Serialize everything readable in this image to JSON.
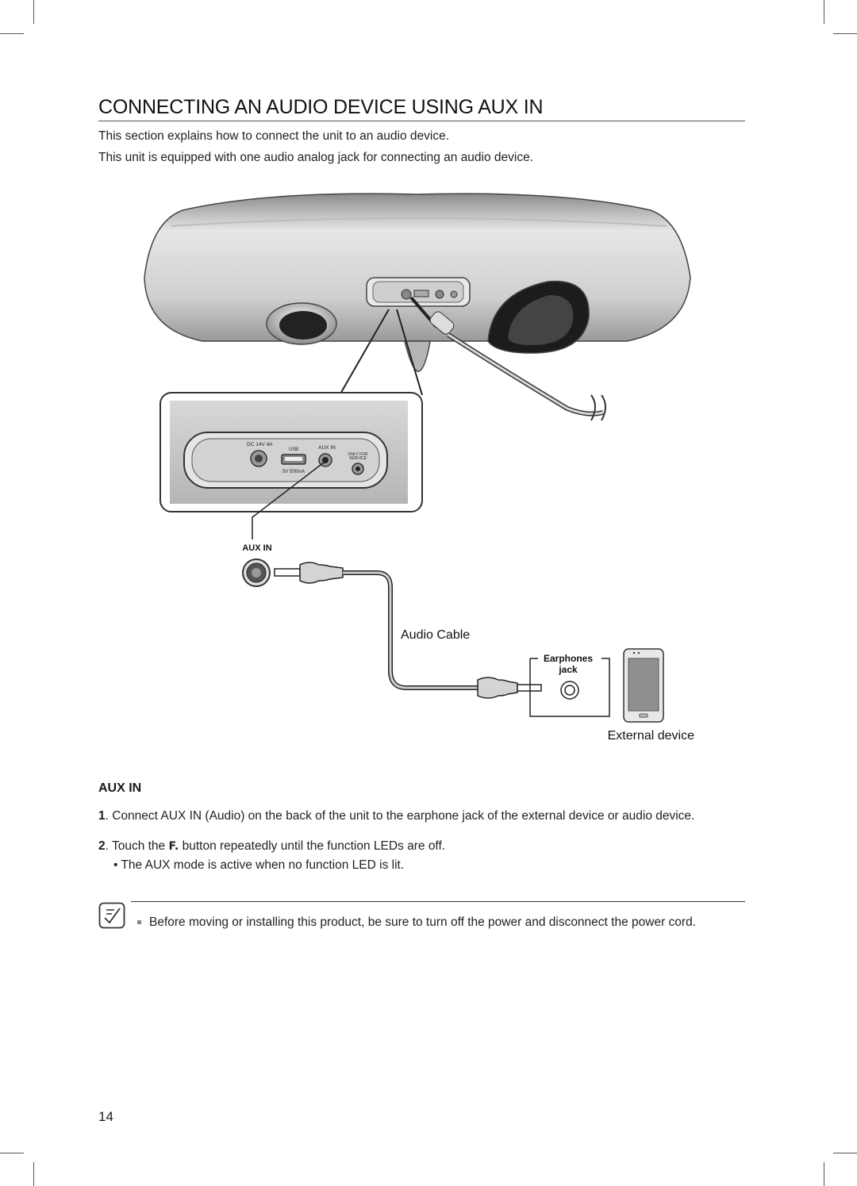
{
  "title": "CONNECTING AN AUDIO DEVICE USING AUX IN",
  "intro": [
    "This section explains how to connect the unit to an audio device.",
    "This unit is equipped with one audio analog jack for connecting an audio device."
  ],
  "diagram": {
    "panel_dc": "DC 14V 4A",
    "panel_usb": "USB",
    "panel_aux": "AUX IN",
    "panel_service": [
      "ONLY FOR",
      "SERVICE"
    ],
    "panel_power": "5V 500mA",
    "aux_in_label": "AUX IN",
    "audio_cable_label": "Audio Cable",
    "earphones_label": [
      "Earphones",
      "jack"
    ],
    "external_device_label": "External device"
  },
  "section": {
    "heading": "AUX IN",
    "step1_num": "1",
    "step1_text": ". Connect AUX IN (Audio) on the back of the unit to the earphone jack of the external device or audio device.",
    "step2_num": "2",
    "step2_pre": ". Touch the ",
    "step2_button": "F.",
    "step2_post": "  button repeatedly until the function LEDs are off.",
    "bullet": "The AUX mode is active when no function LED is lit."
  },
  "note": "Before moving or installing this product, be sure to turn off the power and disconnect the power cord.",
  "page_number": "14"
}
